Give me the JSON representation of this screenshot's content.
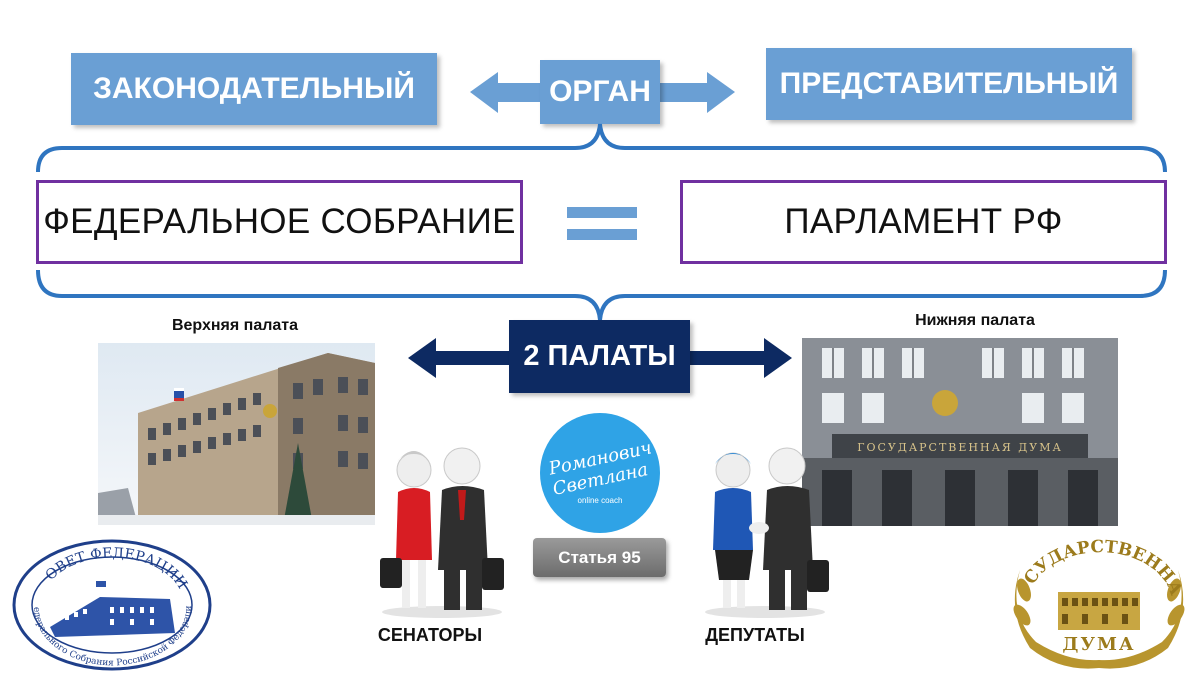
{
  "top": {
    "left_label": "ЗАКОНОДАТЕЛЬНЫЙ",
    "center_label": "ОРГАН",
    "right_label": "ПРЕДСТАВИТЕЛЬНЫЙ"
  },
  "middle": {
    "left_label": "ФЕДЕРАЛЬНОЕ СОБРАНИЕ",
    "right_label": "ПАРЛАМЕНТ РФ"
  },
  "chambers": {
    "center_label": "2 ПАЛАТЫ",
    "upper_caption": "Верхняя палата",
    "lower_caption": "Нижняя палата",
    "upper_members": "СЕНАТОРЫ",
    "lower_members": "ДЕПУТАТЫ"
  },
  "coach_logo": {
    "line1": "Романович",
    "line2": "Светлана",
    "line3": "online coach"
  },
  "article_button": "Статья 95",
  "emblems": {
    "sovfed_top": "СОВЕТ ФЕДЕРАЦИИ",
    "sovfed_ring": "Федерального Собрания Российской Федерации",
    "duma_top": "ГОСУДАРСТВЕННАЯ",
    "duma_bottom": "ДУМА"
  },
  "building_sign": "ГОСУДАРСТВЕННАЯ ДУМА",
  "colors": {
    "light_blue": "#6a9fd4",
    "navy": "#0d2a62",
    "purple": "#7030a0",
    "brace_blue": "#2f75c0",
    "coach_blue": "#2fa3e6"
  }
}
